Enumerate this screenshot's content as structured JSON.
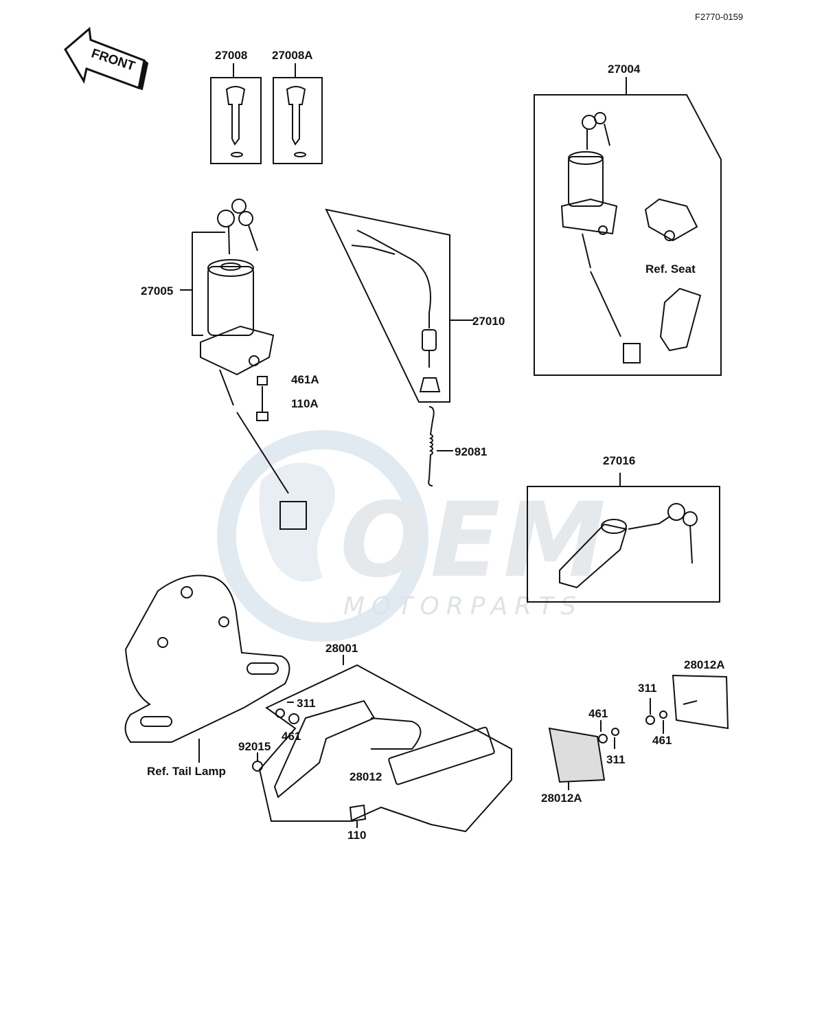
{
  "diagram_code": "F2770-0159",
  "front_arrow": "FRONT",
  "watermark": {
    "brand": "OEM",
    "sub": "MOTORPARTS"
  },
  "labels": {
    "p27008": "27008",
    "p27008A": "27008A",
    "p27004": "27004",
    "p27005": "27005",
    "p461A": "461A",
    "p110A": "110A",
    "p27010": "27010",
    "p92081": "92081",
    "ref_seat": "Ref. Seat",
    "p27016": "27016",
    "p28001": "28001",
    "p311_a": "311",
    "p461_a": "461",
    "p92015": "92015",
    "p28012": "28012",
    "p110": "110",
    "ref_tail_lamp": "Ref. Tail Lamp",
    "p28012A_top": "28012A",
    "p311_b": "311",
    "p461_b": "461",
    "p461_c": "461",
    "p311_c": "311",
    "p28012A_bottom": "28012A"
  }
}
